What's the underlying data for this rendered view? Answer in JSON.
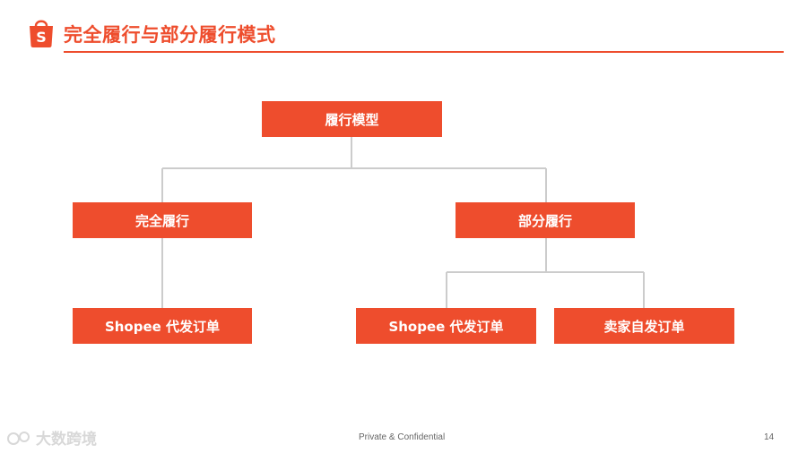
{
  "header": {
    "title": "完全履行与部分履行模式",
    "logo_icon": "shopee-bag-icon",
    "logo_letter": "S"
  },
  "diagram": {
    "root": "履行模型",
    "full": "完全履行",
    "partial": "部分履行",
    "full_child": "Shopee 代发订单",
    "partial_child_1": "Shopee 代发订单",
    "partial_child_2": "卖家自发订单"
  },
  "footer": {
    "confidential": "Private & Confidential",
    "page_number": "14"
  },
  "watermark": {
    "text": "大数跨境"
  },
  "colors": {
    "accent": "#ee4d2d",
    "connector": "#cccccc"
  }
}
